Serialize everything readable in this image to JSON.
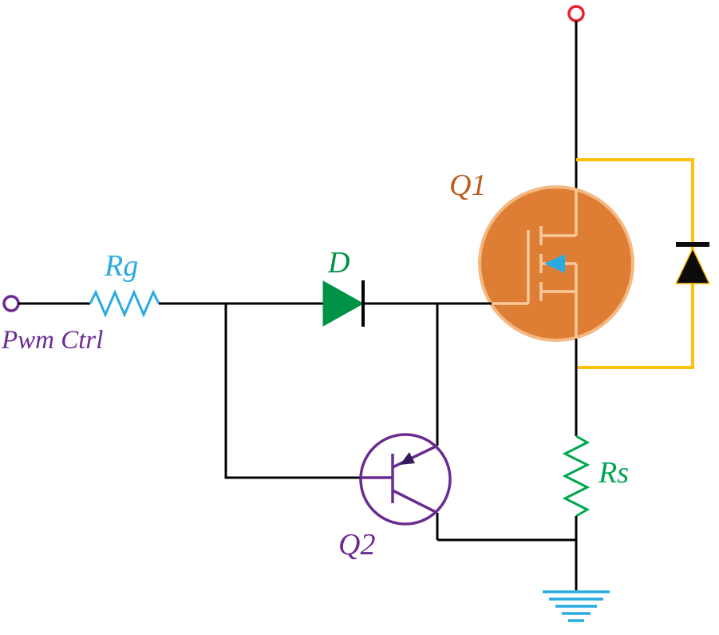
{
  "diagram": {
    "type": "circuit-schematic",
    "labels": {
      "pwm_ctrl": "Pwm Ctrl",
      "rg": "Rg",
      "d": "D",
      "q1": "Q1",
      "q2": "Q2",
      "rs": "Rs"
    },
    "colors": {
      "wire": "#000000",
      "supply_terminal": "#e8212e",
      "pwm_terminal": "#6b2c91",
      "pwm_label": "#6b2c91",
      "rg_resistor": "#29abe2",
      "rg_label": "#29abe2",
      "diode_fill": "#009245",
      "d_label": "#009245",
      "rs_resistor": "#00a651",
      "rs_label": "#00a651",
      "mosfet_fill": "#de7e35",
      "mosfet_outline": "#f4b880",
      "mosfet_symbol": "#f9c99b",
      "mosfet_arrow": "#29abe2",
      "q1_label": "#ba5d20",
      "body_diode_wire": "#ffc10e",
      "body_diode_fill": "#0b0b0b",
      "q2_symbol": "#6b2c91",
      "q2_label": "#6b2c91",
      "q2_arrow": "#341b5e",
      "ground": "#29abe2"
    }
  }
}
